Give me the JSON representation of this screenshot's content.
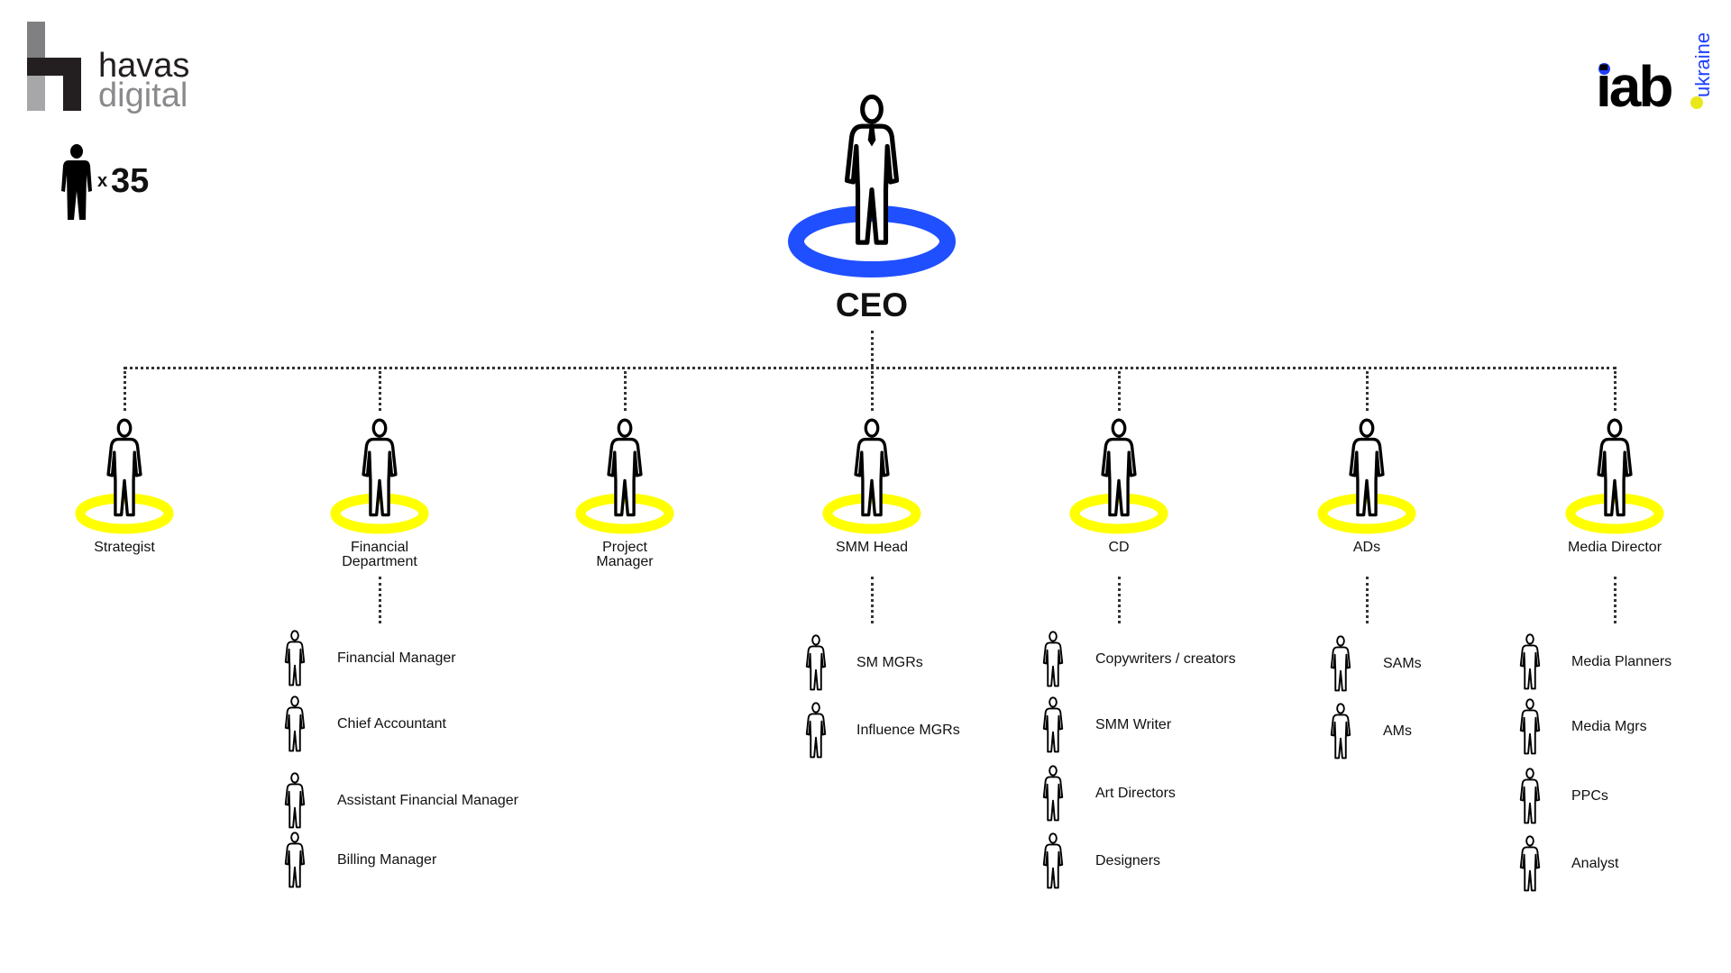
{
  "logos": {
    "havas_line1": "havas",
    "havas_line2": "digital",
    "iab_text": "iab",
    "iab_sub": "ukraine"
  },
  "headcount": {
    "prefix": "x",
    "value": "35"
  },
  "ceo": {
    "label": "CEO",
    "ring_color": "#1f4fff"
  },
  "ring_color_dept": "#ffff00",
  "departments": [
    {
      "label": "Strategist",
      "members": []
    },
    {
      "label": "Financial Department",
      "members": [
        "Financial Manager",
        "Chief Accountant",
        "Assistant Financial Manager",
        "Billing Manager"
      ]
    },
    {
      "label": "Project Manager",
      "members": []
    },
    {
      "label": "SMM Head",
      "members": [
        "SM MGRs",
        "Influence MGRs"
      ]
    },
    {
      "label": "CD",
      "members": [
        "Copywriters / creators",
        "SMM Writer",
        "Art Directors",
        "Designers"
      ]
    },
    {
      "label": "ADs",
      "members": [
        "SAMs",
        "AMs"
      ]
    },
    {
      "label": "Media Director",
      "members": [
        "Media Planners",
        "Media Mgrs",
        "PPCs",
        "Analyst"
      ]
    }
  ]
}
